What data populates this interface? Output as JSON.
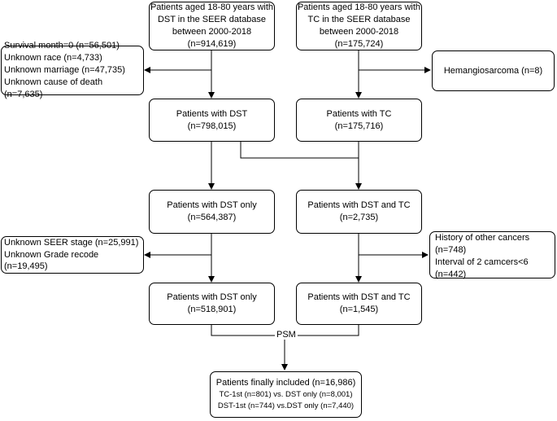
{
  "boxes": {
    "dst_source": [
      "Patients aged 18-80 years with",
      "DST in the SEER database",
      "between 2000-2018",
      "(n=914,619)"
    ],
    "tc_source": [
      "Patients aged 18-80 years with",
      "TC in the SEER database",
      "between 2000-2018",
      "(n=175,724)"
    ],
    "excl_left_1": [
      "Survival month=0 (n=56,501)",
      "Unknown race (n=4,733)",
      "Unknown marriage (n=47,735)",
      "Unknown cause of death (n=7,635)"
    ],
    "excl_right_1": [
      "Hemangiosarcoma (n=8)"
    ],
    "dst": [
      "Patients with DST",
      "(n=798,015)"
    ],
    "tc": [
      "Patients with TC",
      "(n=175,716)"
    ],
    "dst_only_1": [
      "Patients with DST only",
      "(n=564,387)"
    ],
    "dst_tc_1": [
      "Patients with DST and TC",
      "(n=2,735)"
    ],
    "excl_left_2": [
      "Unknown SEER stage (n=25,991)",
      "Unknown Grade recode (n=19,495)"
    ],
    "excl_right_2": [
      "History of other cancers (n=748)",
      "Interval of 2 camcers<6 (n=442)"
    ],
    "dst_only_2": [
      "Patients with DST only",
      "(n=518,901)"
    ],
    "dst_tc_2": [
      "Patients with DST and TC",
      "(n=1,545)"
    ],
    "final_title": "Patients finally included (n=16,986)",
    "final_lines": [
      "TC-1st (n=801) vs. DST only (n=8,001)",
      "DST-1st (n=744) vs.DST only (n=7,440)"
    ]
  },
  "labels": {
    "psm": "PSM"
  }
}
